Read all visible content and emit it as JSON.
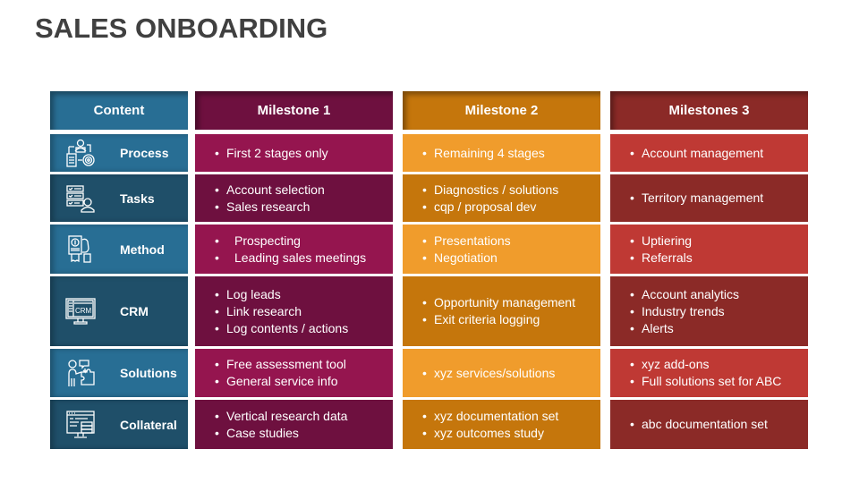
{
  "title": "SALES ONBOARDING",
  "colors": {
    "content_header": "#286e94",
    "content_light": "#286e94",
    "content_dark": "#1f4f69",
    "m1_header": "#6e103f",
    "m1_light": "#95154f",
    "m1_dark": "#6e103f",
    "m2_header": "#c5760c",
    "m2_light": "#f09c2c",
    "m2_dark": "#c5760c",
    "m3_header": "#8b2a27",
    "m3_light": "#bf3934",
    "m3_dark": "#8b2a27"
  },
  "headers": [
    "Content",
    "Milestone 1",
    "Milestone 2",
    "Milestones 3"
  ],
  "rows": [
    {
      "label": "Process",
      "icon": "process-icon",
      "m1": [
        "First 2 stages only"
      ],
      "m2": [
        "Remaining 4 stages"
      ],
      "m3": [
        "Account management"
      ]
    },
    {
      "label": "Tasks",
      "icon": "tasks-icon",
      "m1": [
        "Account selection",
        "Sales research"
      ],
      "m2": [
        "Diagnostics / solutions",
        "cqp / proposal dev"
      ],
      "m3": [
        "Territory management"
      ]
    },
    {
      "label": "Method",
      "icon": "payment-method-icon",
      "m1": [
        "Prospecting",
        "Leading sales meetings"
      ],
      "m2": [
        "Presentations",
        "Negotiation"
      ],
      "m3": [
        "Uptiering",
        "Referrals"
      ]
    },
    {
      "label": "CRM",
      "icon": "crm-monitor-icon",
      "m1": [
        "Log leads",
        "Link research",
        "Log contents / actions"
      ],
      "m2": [
        "Opportunity management",
        "Exit criteria logging"
      ],
      "m3": [
        "Account analytics",
        "Industry trends",
        "Alerts"
      ]
    },
    {
      "label": "Solutions",
      "icon": "solutions-puzzle-icon",
      "m1": [
        "Free assessment tool",
        "General service info"
      ],
      "m2": [
        "xyz services/solutions"
      ],
      "m3": [
        "xyz add-ons",
        "Full solutions set for ABC"
      ]
    },
    {
      "label": "Collateral",
      "icon": "collateral-document-icon",
      "m1": [
        "Vertical research data",
        "Case studies"
      ],
      "m2": [
        "xyz documentation set",
        "xyz outcomes study"
      ],
      "m3": [
        "abc documentation set"
      ]
    }
  ]
}
